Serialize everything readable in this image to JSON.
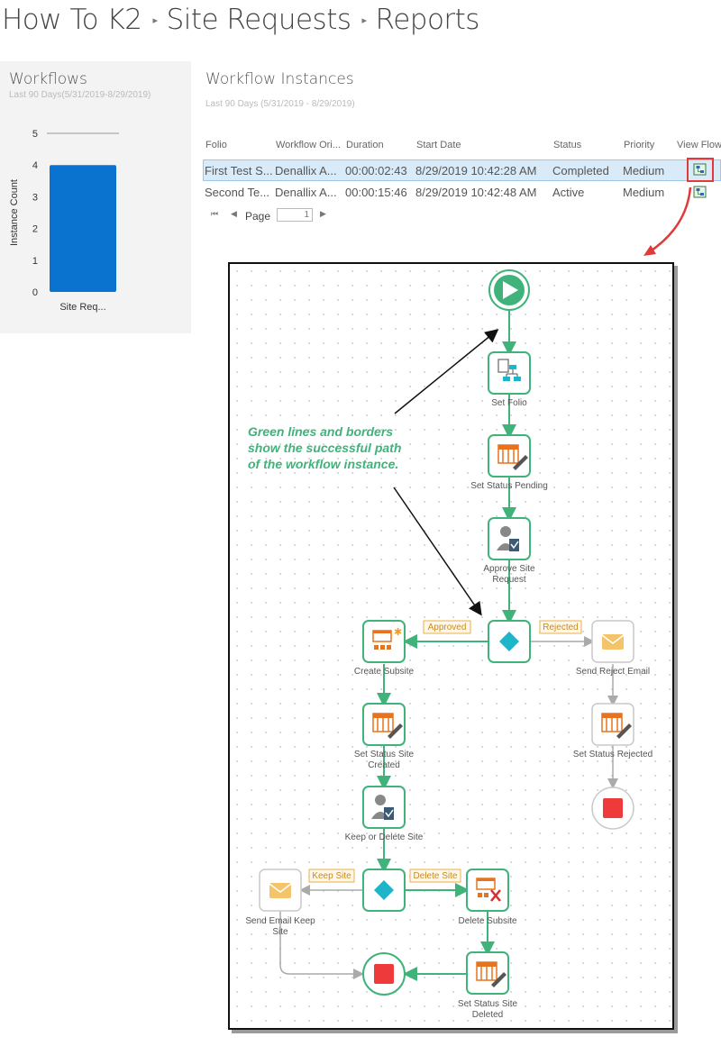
{
  "breadcrumb": [
    "How To K2",
    "Site Requests",
    "Reports"
  ],
  "workflows_panel": {
    "title": "Workflows",
    "subtitle": "Last 90 Days(5/31/2019-8/29/2019)"
  },
  "chart_data": {
    "type": "bar",
    "categories": [
      "Site Req..."
    ],
    "values": [
      4
    ],
    "ylabel": "Instance Count",
    "ylim": [
      0,
      5
    ],
    "yticks": [
      "0",
      "1",
      "2",
      "3",
      "4",
      "5"
    ],
    "colors": [
      "#0a73cf"
    ]
  },
  "instances": {
    "title": "Workflow Instances",
    "subtitle": "Last 90 Days (5/31/2019 - 8/29/2019)",
    "columns": [
      "Folio",
      "Workflow Ori...",
      "Duration",
      "Start Date",
      "Status",
      "Priority",
      "View Flow"
    ],
    "rows": [
      {
        "folio": "First Test S...",
        "workflow": "Denallix A...",
        "duration": "00:00:02:43",
        "start": "8/29/2019 10:42:28 AM",
        "status": "Completed",
        "priority": "Medium",
        "selected": true
      },
      {
        "folio": "Second Te...",
        "workflow": "Denallix A...",
        "duration": "00:00:15:46",
        "start": "8/29/2019 10:42:48 AM",
        "status": "Active",
        "priority": "Medium",
        "selected": false
      }
    ],
    "pager": {
      "label": "Page",
      "value": "1"
    }
  },
  "flow": {
    "annotation": [
      "Green lines and borders",
      "show the successful path",
      "of the workflow instance."
    ],
    "steps": {
      "set_folio": "Set Folio",
      "set_status_pending": "Set Status Pending",
      "approve_1": "Approve Site",
      "approve_2": "Request",
      "create_subsite": "Create Subsite",
      "send_reject": "Send Reject Email",
      "status_created_1": "Set Status Site",
      "status_created_2": "Created",
      "status_rejected": "Set Status Rejected",
      "keep_or_delete": "Keep or Delete Site",
      "send_keep_1": "Send Email Keep",
      "send_keep_2": "Site",
      "delete_subsite": "Delete Subsite",
      "status_deleted_1": "Set Status Site",
      "status_deleted_2": "Deleted"
    },
    "branches": {
      "approved": "Approved",
      "rejected": "Rejected",
      "keep": "Keep Site",
      "delete": "Delete Site"
    },
    "colors": {
      "success": "#3fb37a",
      "inactive": "#aaaaaa",
      "end": "#ee3a3a",
      "decision": "#1cb5c9",
      "task": "#e8731e",
      "pointer": "#e03a3a"
    }
  }
}
